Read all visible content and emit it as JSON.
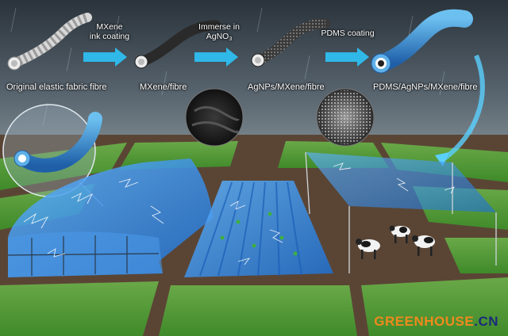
{
  "stages": {
    "original": "Original elastic fabric fibre",
    "mxene": "MXene/fibre",
    "agnps": "AgNPs/MXene/fibre",
    "pdms": "PDMS/AgNPs/MXene/fibre"
  },
  "steps": {
    "step1_line1": "MXene",
    "step1_line2": "ink coating",
    "step2_line1": "Immerse in",
    "step2_line2": "AgNO",
    "step2_sub": "3",
    "step3": "PDMS coating"
  },
  "watermark": {
    "part1": "GREENHOUSE",
    "part2": ".CN"
  },
  "colors": {
    "sky": "#4a5560",
    "grass": "#5aa33c",
    "soil": "#6b5040",
    "film_blue": "#3a8fe0",
    "coating_blue": "#2f7fc8",
    "arrow": "#2fb8e8",
    "watermark_orange": "#f08a1c",
    "watermark_navy": "#1a2a7a"
  }
}
